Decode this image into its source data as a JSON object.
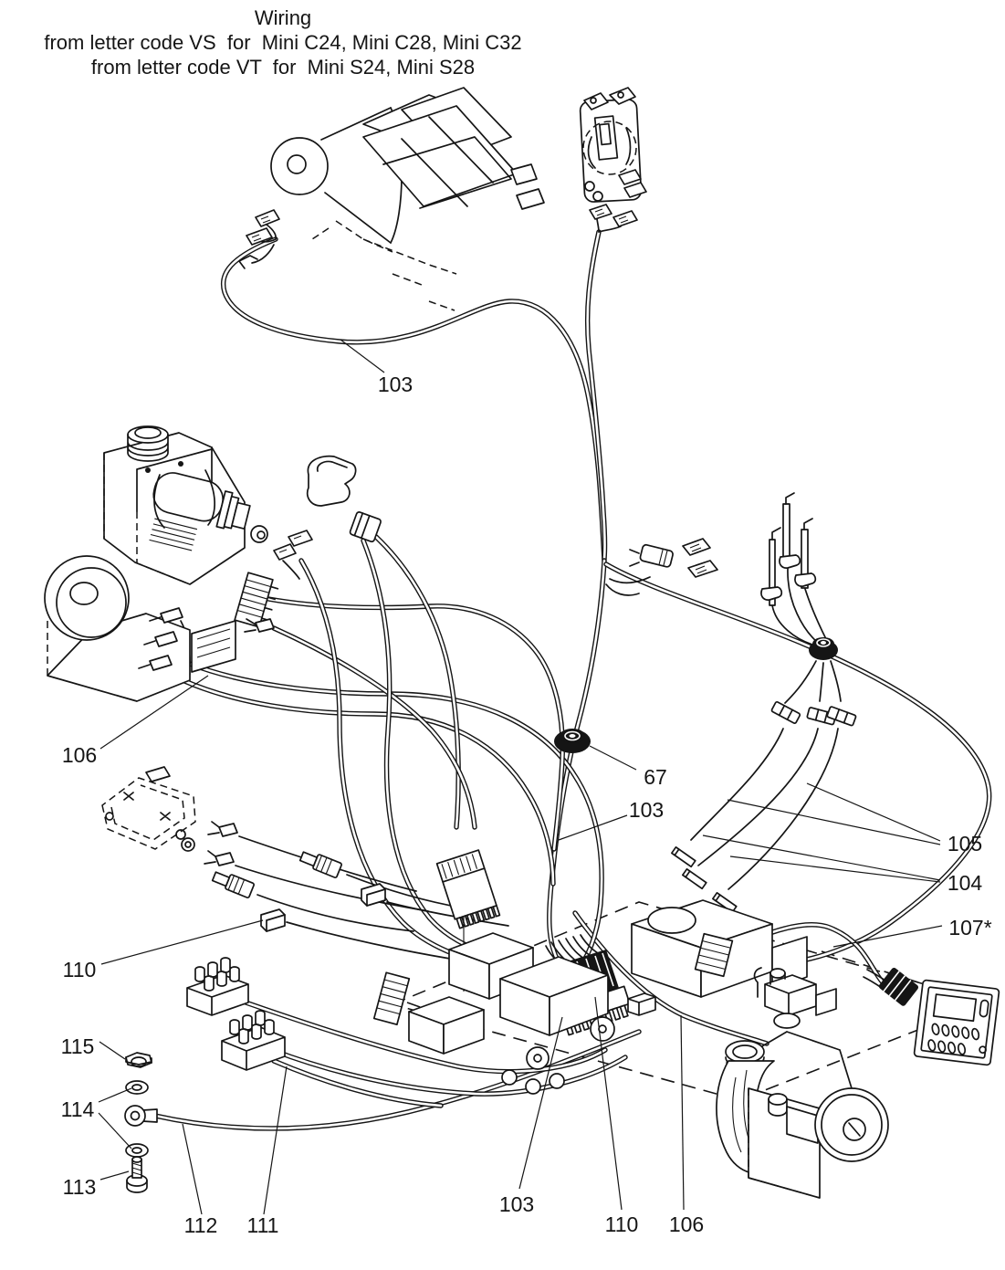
{
  "title": {
    "line1": "Wiring",
    "line2": "from letter code VS  for  Mini C24, Mini C28, Mini C32",
    "line3": "from letter code VT  for  Mini S24, Mini S28"
  },
  "colors": {
    "ink": "#151515",
    "background": "#ffffff"
  },
  "labels": [
    {
      "id": "103-top",
      "text": "103"
    },
    {
      "id": "106-left",
      "text": "106"
    },
    {
      "id": "67",
      "text": "67"
    },
    {
      "id": "103-mid",
      "text": "103"
    },
    {
      "id": "105",
      "text": "105"
    },
    {
      "id": "104",
      "text": "104"
    },
    {
      "id": "107-star",
      "text": "107*"
    },
    {
      "id": "110-left",
      "text": "110"
    },
    {
      "id": "115",
      "text": "115"
    },
    {
      "id": "114",
      "text": "114"
    },
    {
      "id": "113",
      "text": "113"
    },
    {
      "id": "112",
      "text": "112"
    },
    {
      "id": "111",
      "text": "111"
    },
    {
      "id": "103-bottom",
      "text": "103"
    },
    {
      "id": "110-bottom",
      "text": "110"
    },
    {
      "id": "106-bottom",
      "text": "106"
    }
  ]
}
